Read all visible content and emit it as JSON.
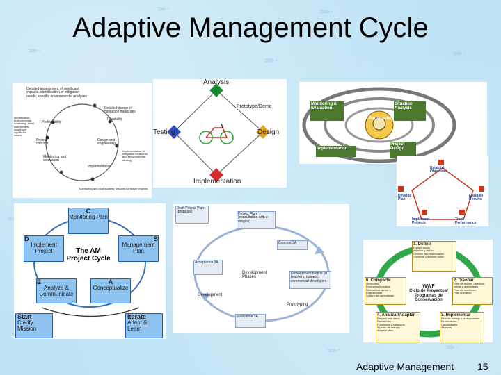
{
  "slide": {
    "title": "Adaptive Management Cycle",
    "footer": "Adaptive Management",
    "page_number": "15"
  },
  "panel1": {
    "labels": [
      "Detailed assessment of significant impacts, identification of mitigation needs, specific environmental analyses",
      "Detailed design of mitigation measures",
      "Prefeasibility",
      "Feasibility",
      "Identification, environmental screening, initial assessment, scoping of significant issues",
      "Project concept",
      "Design and engineering",
      "Implementation of mitigation measures and environmental strategy",
      "Implementation",
      "Monitoring and evaluation",
      "Monitoring and post auditing, lessons for future projects"
    ]
  },
  "panel2": {
    "analysis": "Analysis",
    "prototype": "Prototype/Demo",
    "testing": "Testing",
    "design": "Design",
    "implementation": "Implementation"
  },
  "panel3": {
    "monitoring": "Monitoring & Evaluation",
    "situation": "Situation Analysis",
    "participation": "Participation",
    "implementation": "Implementation",
    "project_design": "Project Design"
  },
  "panel4": {
    "establish": "Establish Objectives",
    "develop": "Develop Plan",
    "evaluate": "Evaluate Results",
    "implement": "Implement Projects",
    "track": "Track Performance"
  },
  "panel5": {
    "c_letter": "C",
    "c_label": "Monitoring Plan",
    "d_letter": "D",
    "d_label": "Implement Project",
    "b_letter": "B",
    "b_label": "Management Plan",
    "center": "The AM Project Cycle",
    "e_letter": "E",
    "e_label": "Analyze & Communicate",
    "a_letter": "A",
    "a_label": "Conceptualize",
    "start": "Start",
    "start_sub": "Clarify Mission",
    "iterate": "Iterate",
    "iterate_sub": "Adapt & Learn"
  },
  "panel6": {
    "draft": "Draft Project Plan (proposal)",
    "projectplan": "Project Plan (consultation with e-magine)",
    "concept": "Concept 3A",
    "acceptance": "Acceptance 3A",
    "phases": "Development Phases",
    "begins": "Development begins by teachers, trainers, commercial developers",
    "development": "Development",
    "prototyping": "Prototyping",
    "evaluation": "Evaluation 3A"
  },
  "panel7": {
    "definir": "1. Definir",
    "definir_items": [
      "Equipo inicial",
      "Alcance y visión",
      "Objetos de conservación",
      "Contexto y actores clave"
    ],
    "compartir": "6. Compartir",
    "compartir_items": [
      "Lecciones",
      "Productos formales",
      "Retroalimentación y evaluaciones",
      "Cultura de aprendizaje"
    ],
    "disenar": "2. Diseñar",
    "disenar_items": [
      "Plan de acción: objetivos, metas y actividades",
      "Plan de monitoreo",
      "Plan operativo"
    ],
    "center_title": "WWF",
    "center_sub": "Ciclo de Proyectos/ Programas de Conservación",
    "analizar": "4. Analizar/Adaptar",
    "analizar_items": [
      "Prepare sus datos",
      "Resultados",
      "Funciones y hallazgos",
      "Ajustes de manejo",
      "Adaptar plan"
    ],
    "implementar": "3. Implementar",
    "implementar_items": [
      "Plan de trabajo y presupuestos",
      "Financiación",
      "Capacidades",
      "Alianzas"
    ]
  },
  "colors": {
    "background": "#bfe3f5",
    "panel5_blue": "#8fc3f0",
    "panel5_border": "#1c5fb0",
    "panel6_box": "#e6ecf5",
    "panel7_green": "#2fa84a"
  }
}
